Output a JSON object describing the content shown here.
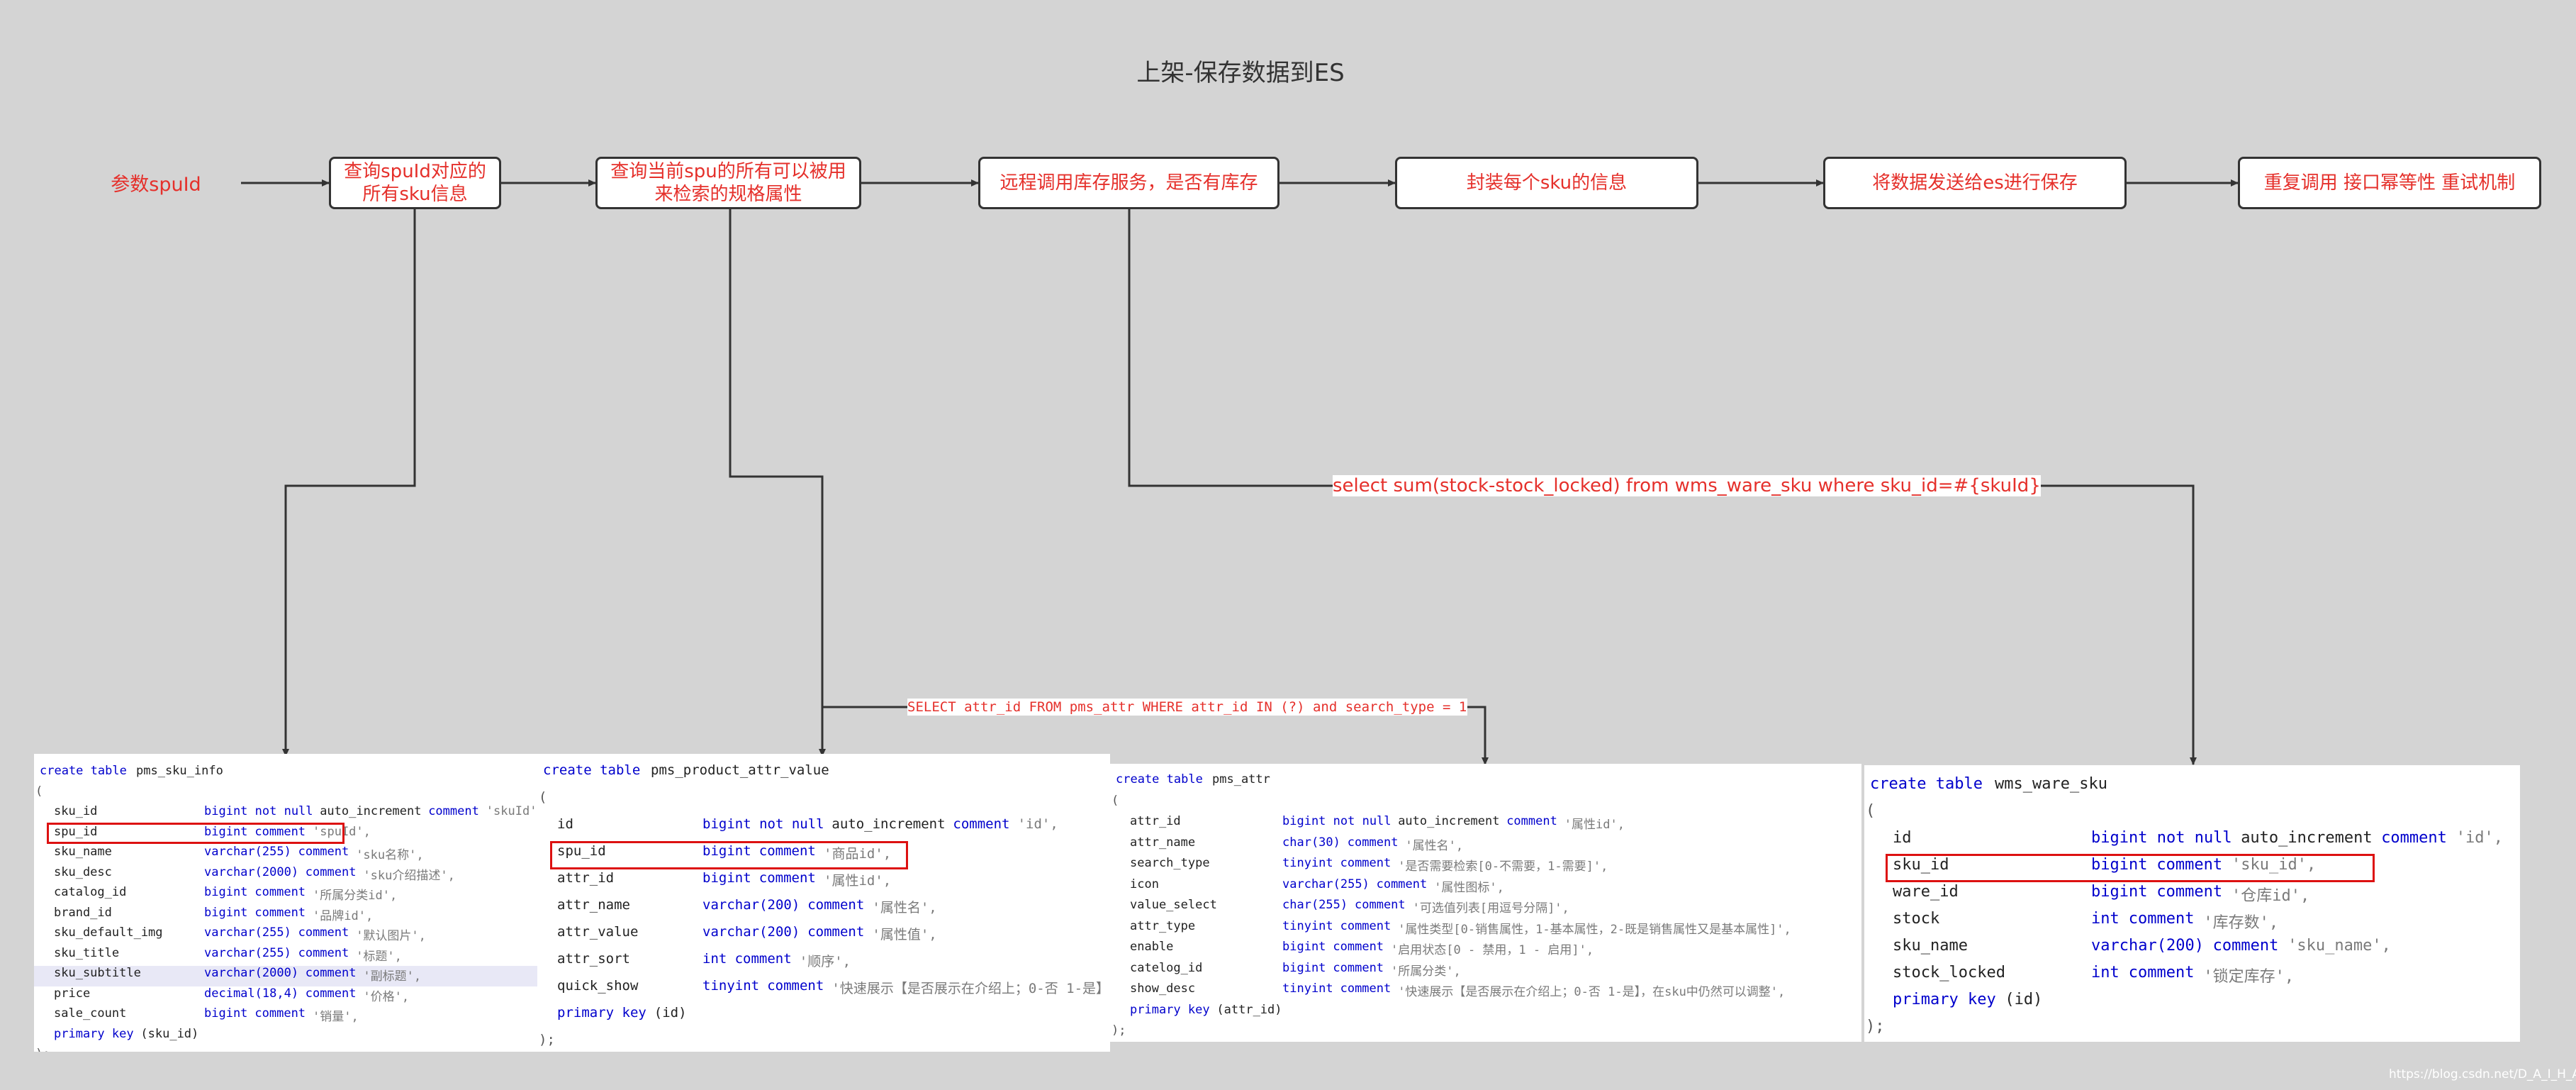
{
  "title": "上架-保存数据到ES",
  "param_label": "参数spuId",
  "nodes": [
    "查询spuId对应的所有sku信息",
    "查询当前spu的所有可以被用来检索的规格属性",
    "远程调用库存服务，是否有库存",
    "封装每个sku的信息",
    "将数据发送给es进行保存",
    "重复调用 接口幂等性 重试机制"
  ],
  "sql_stock": "select sum(stock-stock_locked) from wms_ware_sku where sku_id=#{skuId}",
  "sql_attr": "SELECT attr_id FROM pms_attr WHERE attr_id IN (?) and search_type = 1",
  "tables": [
    {
      "header": [
        "create table",
        "pms_sku_info"
      ],
      "open": "(",
      "columns": [
        [
          "sku_id",
          "bigint not null",
          "auto_increment",
          "comment",
          "'skuId',"
        ],
        [
          "spu_id",
          "bigint",
          "",
          "comment",
          "'spuId',"
        ],
        [
          "sku_name",
          "varchar(255)",
          "",
          "comment",
          "'sku名称',"
        ],
        [
          "sku_desc",
          "varchar(2000)",
          "",
          "comment",
          "'sku介绍描述',"
        ],
        [
          "catalog_id",
          "bigint",
          "",
          "comment",
          "'所属分类id',"
        ],
        [
          "brand_id",
          "bigint",
          "",
          "comment",
          "'品牌id',"
        ],
        [
          "sku_default_img",
          "varchar(255)",
          "",
          "comment",
          "'默认图片',"
        ],
        [
          "sku_title",
          "varchar(255)",
          "",
          "comment",
          "'标题',"
        ],
        [
          "sku_subtitle",
          "varchar(2000)",
          "",
          "comment",
          "'副标题',"
        ],
        [
          "price",
          "decimal(18,4)",
          "",
          "comment",
          "'价格',"
        ],
        [
          "sale_count",
          "bigint",
          "",
          "comment",
          "'销量',"
        ]
      ],
      "footer": [
        "primary key",
        "(sku_id)"
      ],
      "close": ");"
    },
    {
      "header": [
        "create table",
        "pms_product_attr_value"
      ],
      "open": "(",
      "columns": [
        [
          "id",
          "bigint not null",
          "auto_increment",
          "comment",
          "'id',"
        ],
        [
          "spu_id",
          "bigint",
          "",
          "comment",
          "'商品id',"
        ],
        [
          "attr_id",
          "bigint",
          "",
          "comment",
          "'属性id',"
        ],
        [
          "attr_name",
          "varchar(200)",
          "",
          "comment",
          "'属性名',"
        ],
        [
          "attr_value",
          "varchar(200)",
          "",
          "comment",
          "'属性值',"
        ],
        [
          "attr_sort",
          "int",
          "",
          "comment",
          "'顺序',"
        ],
        [
          "quick_show",
          "tinyint",
          "",
          "comment",
          "'快速展示【是否展示在介绍上；0-否 1-是】',"
        ]
      ],
      "footer": [
        "primary key",
        "(id)"
      ],
      "close": ");"
    },
    {
      "header": [
        "create table",
        "pms_attr"
      ],
      "open": "(",
      "columns": [
        [
          "attr_id",
          "bigint not null",
          "auto_increment",
          "comment",
          "'属性id',"
        ],
        [
          "attr_name",
          "char(30)",
          "",
          "comment",
          "'属性名',"
        ],
        [
          "search_type",
          "tinyint",
          "",
          "comment",
          "'是否需要检索[0-不需要，1-需要]',"
        ],
        [
          "icon",
          "varchar(255)",
          "",
          "comment",
          "'属性图标',"
        ],
        [
          "value_select",
          "char(255)",
          "",
          "comment",
          "'可选值列表[用逗号分隔]',"
        ],
        [
          "attr_type",
          "tinyint",
          "",
          "comment",
          "'属性类型[0-销售属性，1-基本属性，2-既是销售属性又是基本属性]',"
        ],
        [
          "enable",
          "bigint",
          "",
          "comment",
          "'启用状态[0 - 禁用，1 - 启用]',"
        ],
        [
          "catelog_id",
          "bigint",
          "",
          "comment",
          "'所属分类',"
        ],
        [
          "show_desc",
          "tinyint",
          "",
          "comment",
          "'快速展示【是否展示在介绍上；0-否 1-是】，在sku中仍然可以调整',"
        ]
      ],
      "footer": [
        "primary key",
        "(attr_id)"
      ],
      "close": ");"
    },
    {
      "header": [
        "create table",
        "wms_ware_sku"
      ],
      "open": "(",
      "columns": [
        [
          "id",
          "bigint not null",
          "auto_increment",
          "comment",
          "'id',"
        ],
        [
          "sku_id",
          "bigint",
          "",
          "comment",
          "'sku_id',"
        ],
        [
          "ware_id",
          "bigint",
          "",
          "comment",
          "'仓库id',"
        ],
        [
          "stock",
          "int",
          "",
          "comment",
          "'库存数',"
        ],
        [
          "sku_name",
          "varchar(200)",
          "",
          "comment",
          "'sku_name',"
        ],
        [
          "stock_locked",
          "int",
          "",
          "comment",
          "'锁定库存',"
        ]
      ],
      "footer": [
        "primary key",
        "(id)"
      ],
      "close": ");"
    }
  ],
  "watermark": "https://blog.csdn.net/D_A_I_H_A_O",
  "colors": {
    "background": "#d4d4d4",
    "node_text": "#e5302b",
    "line": "#333333",
    "highlight_box": "#dd1111",
    "keyword": "#0000cc"
  }
}
